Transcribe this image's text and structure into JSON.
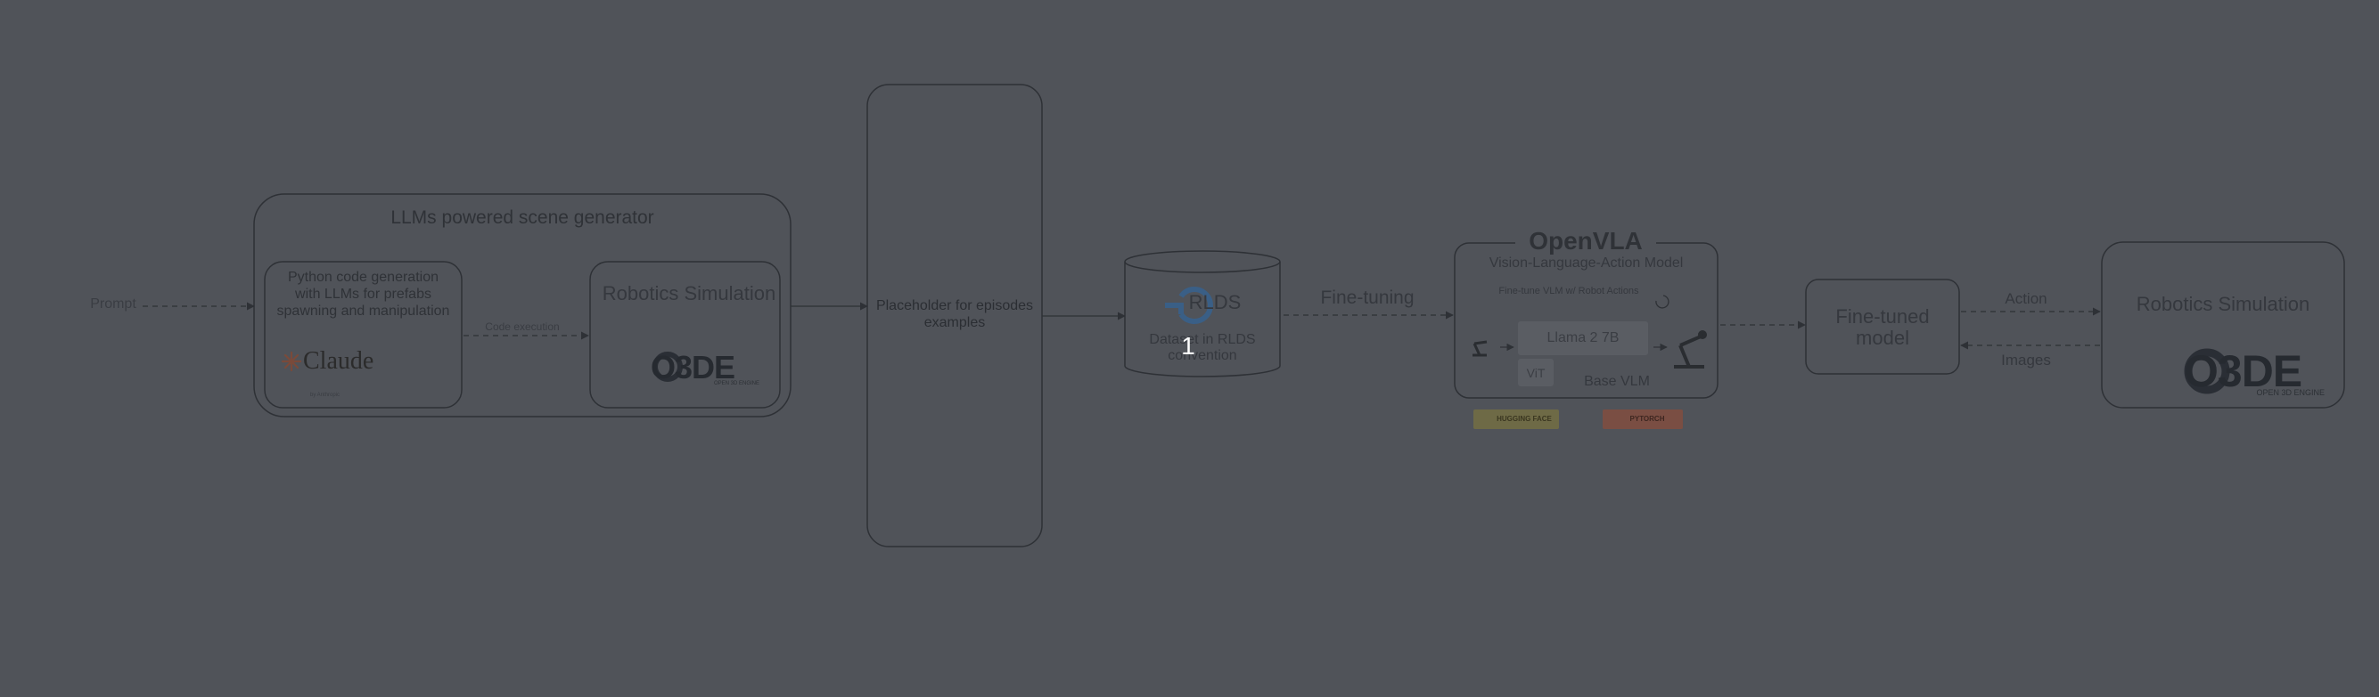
{
  "prompt_label": "Prompt",
  "scene_generator": {
    "title": "LLMs powered scene generator",
    "codegen_text": "Python code generation with LLMs for prefabs spawning and manipulation",
    "claude_logo": "Claude",
    "claude_sub": "by Anthropic",
    "code_execution_label": "Code execution",
    "sim_title": "Robotics Simulation",
    "o3de_logo": "O3DE",
    "o3de_sub": "OPEN 3D ENGINE"
  },
  "episodes": {
    "text": "Placeholder for episodes examples"
  },
  "rlds": {
    "google_g": "G",
    "title": "RLDS",
    "subtitle": "Dataset in RLDS convention",
    "overlay_number": "1"
  },
  "finetuning_label": "Fine-tuning",
  "openvla": {
    "title": "OpenVLA",
    "subtitle": "Vision-Language-Action Model",
    "caption": "Fine-tune VLM w/ Robot Actions",
    "llama": "Llama 2 7B",
    "vit": "ViT",
    "base_vlm": "Base VLM",
    "badge_hf": "HUGGING FACE",
    "badge_pytorch": "PYTORCH"
  },
  "finetuned": {
    "text": "Fine-tuned model"
  },
  "action_label": "Action",
  "images_label": "Images",
  "robotics_sim_right": {
    "title": "Robotics Simulation",
    "o3de_logo": "O3DE",
    "o3de_sub": "OPEN 3D ENGINE"
  },
  "colors": {
    "background": "#505359",
    "stroke": "#2e3136",
    "hf_badge": "#8a7c2e",
    "pytorch_badge": "#9a4a33"
  }
}
